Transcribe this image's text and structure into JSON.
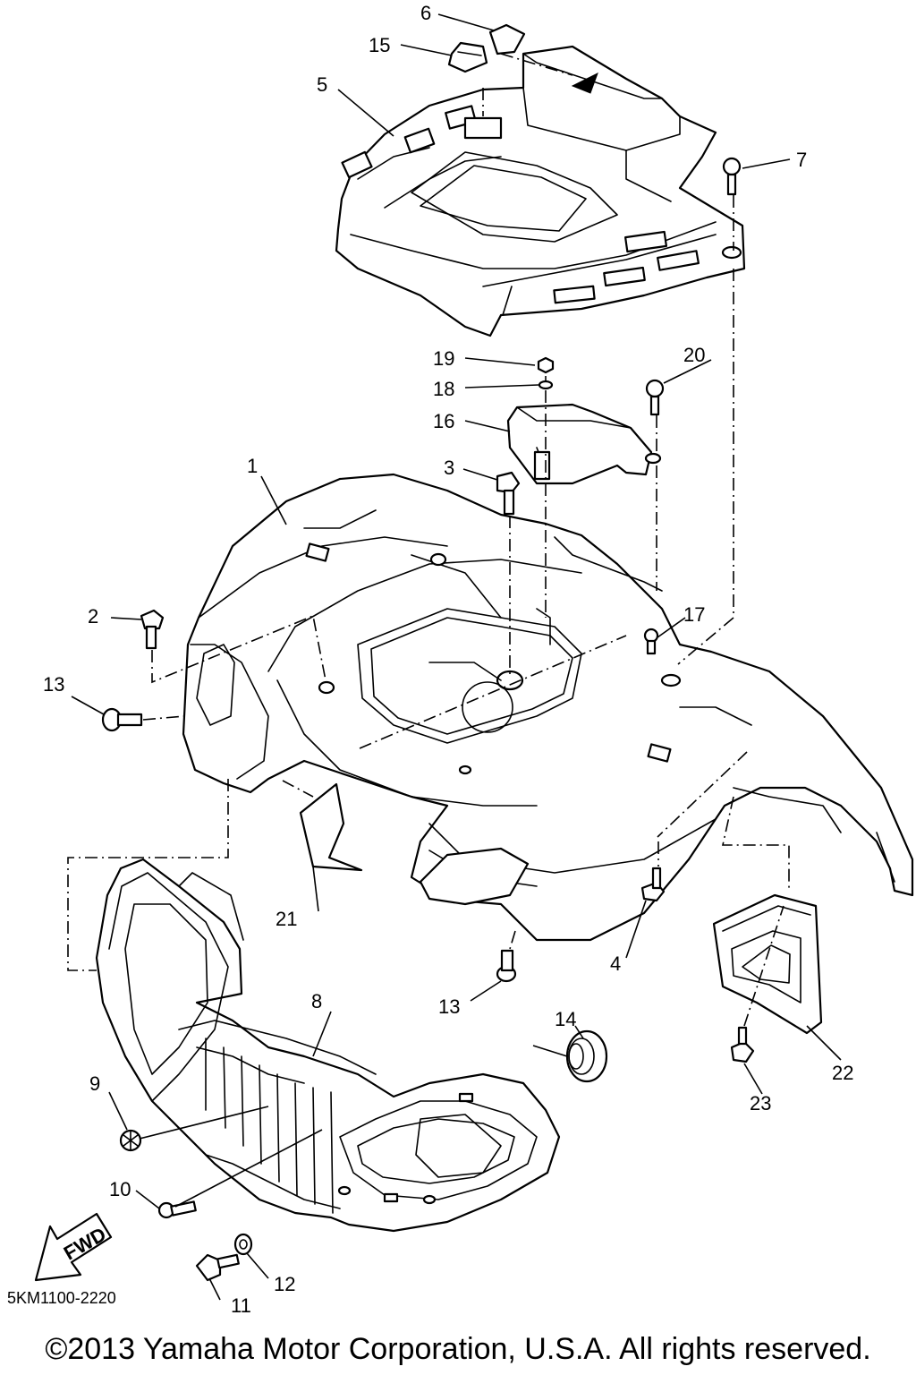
{
  "callouts": {
    "c1": "1",
    "c2": "2",
    "c3": "3",
    "c4": "4",
    "c5": "5",
    "c6": "6",
    "c7": "7",
    "c8": "8",
    "c9": "9",
    "c10": "10",
    "c11": "11",
    "c12": "12",
    "c13a": "13",
    "c13b": "13",
    "c14": "14",
    "c15": "15",
    "c16": "16",
    "c17": "17",
    "c18": "18",
    "c19": "19",
    "c20": "20",
    "c21": "21",
    "c22": "22",
    "c23": "23"
  },
  "fwd_label": "FWD",
  "drawing_code": "5KM1100-2220",
  "copyright": "©2013 Yamaha Motor Corporation, U.S.A. All rights reserved."
}
